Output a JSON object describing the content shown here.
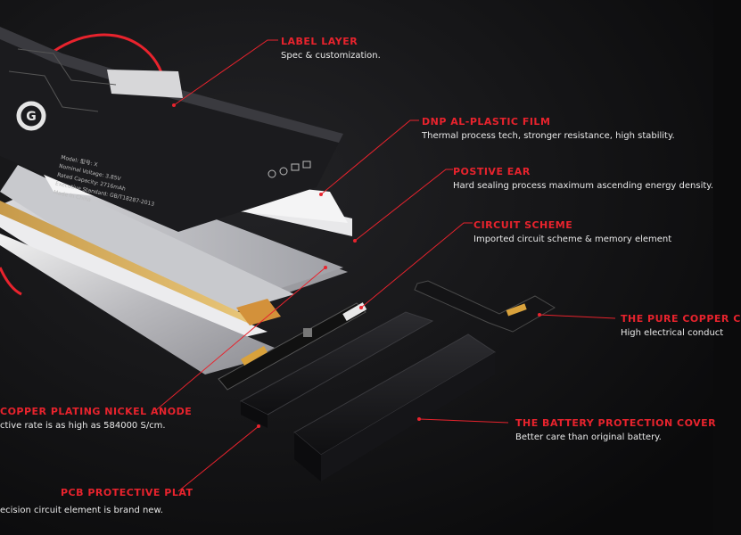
{
  "colors": {
    "background": "#0b0b0c",
    "accent": "#e8232d"
  },
  "battery_label": {
    "logo": "G",
    "lines": [
      "Model: 型号: X",
      "Nominal Voltage: 3.85V",
      "Rated Capacity: 2716mAh",
      "Executive Standard: GB/T18287-2013",
      "Made in China"
    ]
  },
  "callouts": [
    {
      "id": "label-layer",
      "title": "LABEL  LAYER",
      "desc": "Spec & customization."
    },
    {
      "id": "dnp-film",
      "title": "DNP AL-PLASTIC FILM",
      "desc": "Thermal process tech, stronger resistance, high stability."
    },
    {
      "id": "positive-ear",
      "title": "POSTIVE  EAR",
      "desc": "Hard sealing process maximum ascending energy density."
    },
    {
      "id": "circuit-scheme",
      "title": "CIRCUIT  SCHEME",
      "desc": "Imported circuit scheme & memory element"
    },
    {
      "id": "pure-copper",
      "title": "THE PURE COPPER C",
      "desc": "High electrical conduct"
    },
    {
      "id": "copper-nickel",
      "title": "COPPER PLATING NICKEL ANODE",
      "desc": "ctive rate is as high as 584000 S/cm."
    },
    {
      "id": "protection-cover",
      "title": "THE BATTERY PROTECTION COVER",
      "desc": "Better care than original battery."
    },
    {
      "id": "pcb-plat",
      "title": "PCB PROTECTIVE PLAT",
      "desc": "ecision circuit element is brand new."
    }
  ]
}
